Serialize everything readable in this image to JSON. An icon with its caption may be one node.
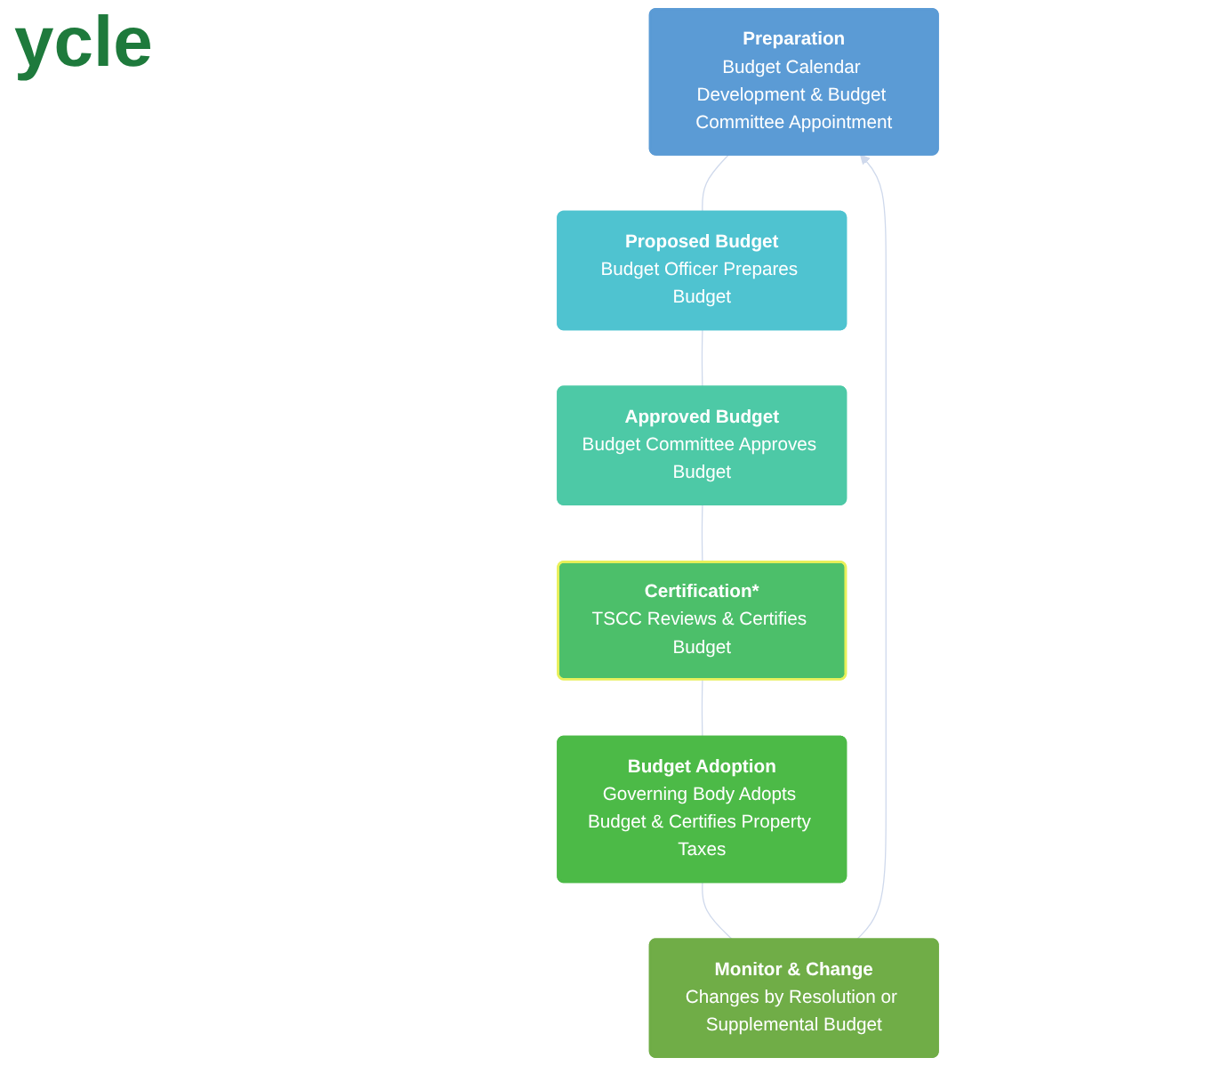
{
  "diagram": {
    "title": "ycle",
    "nodes": [
      {
        "text": [
          "Preparation",
          "Budget Calendar Development & Budget Committee Appointment"
        ]
      },
      {
        "text": [
          "Proposed Budget",
          "Budget Officer Prepares Budget"
        ]
      },
      {
        "text": [
          "Approved Budget",
          "Budget Committee Approves Budget"
        ]
      },
      {
        "text": [
          "Certification*",
          "TSCC Reviews & Certifies Budget"
        ]
      },
      {
        "text": [
          "Budget Adoption",
          "Governing Body Adopts Budget & Certifies Property Taxes"
        ]
      },
      {
        "text": [
          "Monitor & Change",
          "Changes by Resolution or Supplemental Budget"
        ]
      }
    ],
    "edges": [
      {
        "from": 0,
        "to": 1,
        "arrow": "none"
      },
      {
        "from": 1,
        "to": 2,
        "arrow": "none"
      },
      {
        "from": 2,
        "to": 3,
        "arrow": "none"
      },
      {
        "from": 3,
        "to": 4,
        "arrow": "none"
      },
      {
        "from": 4,
        "to": 5,
        "arrow": "none"
      },
      {
        "from": 5,
        "to": 0,
        "arrow": "to"
      }
    ]
  }
}
